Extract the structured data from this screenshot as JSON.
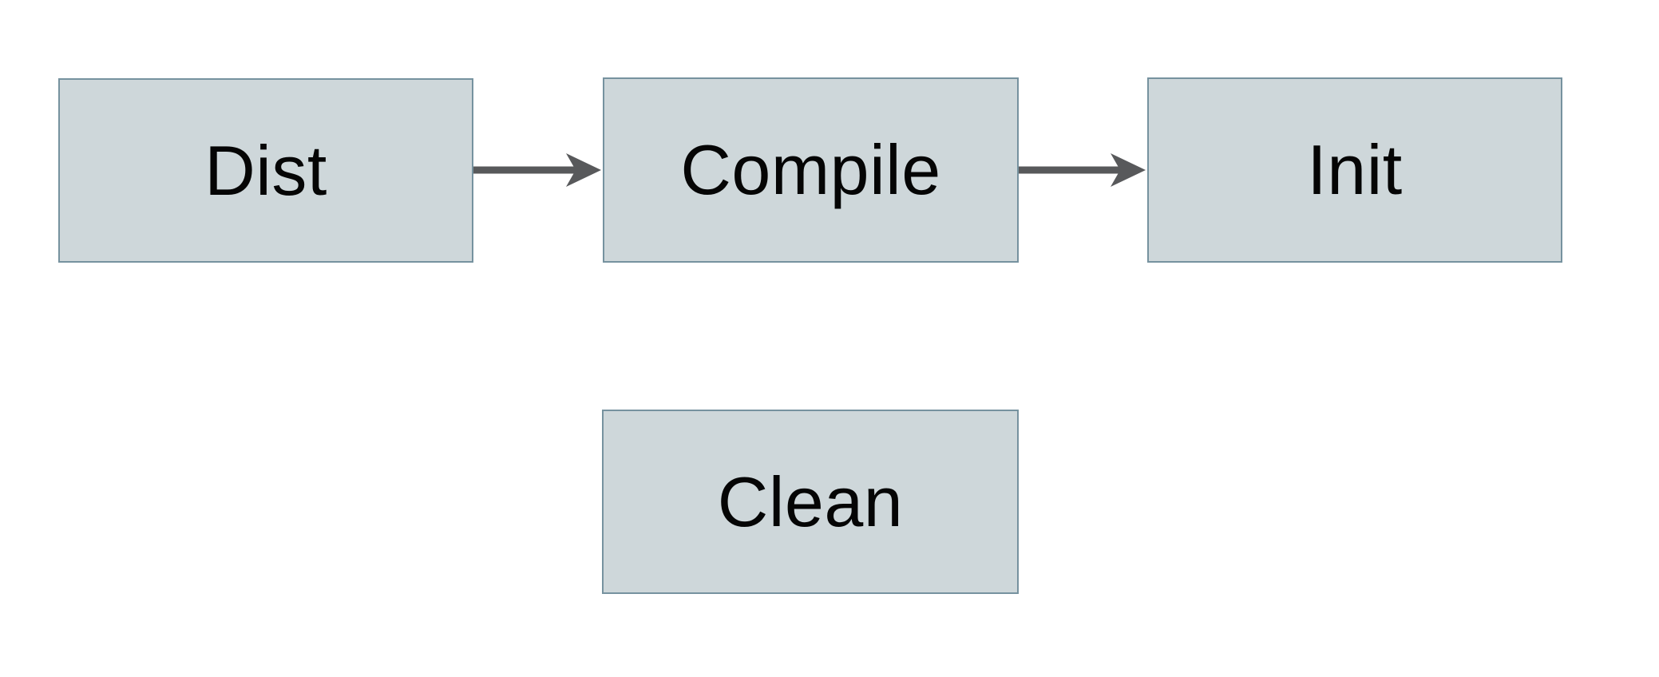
{
  "diagram": {
    "nodes": [
      {
        "id": "dist",
        "label": "Dist"
      },
      {
        "id": "compile",
        "label": "Compile"
      },
      {
        "id": "init",
        "label": "Init"
      },
      {
        "id": "clean",
        "label": "Clean"
      }
    ],
    "connections": [
      {
        "from": "Dist",
        "to": "Compile"
      },
      {
        "from": "Compile",
        "to": "Init"
      }
    ],
    "colors": {
      "background": "#ffffff",
      "node_fill": "#ced7da",
      "node_border": "#76929f",
      "arrow": "#58595b",
      "text": "#050505"
    }
  }
}
